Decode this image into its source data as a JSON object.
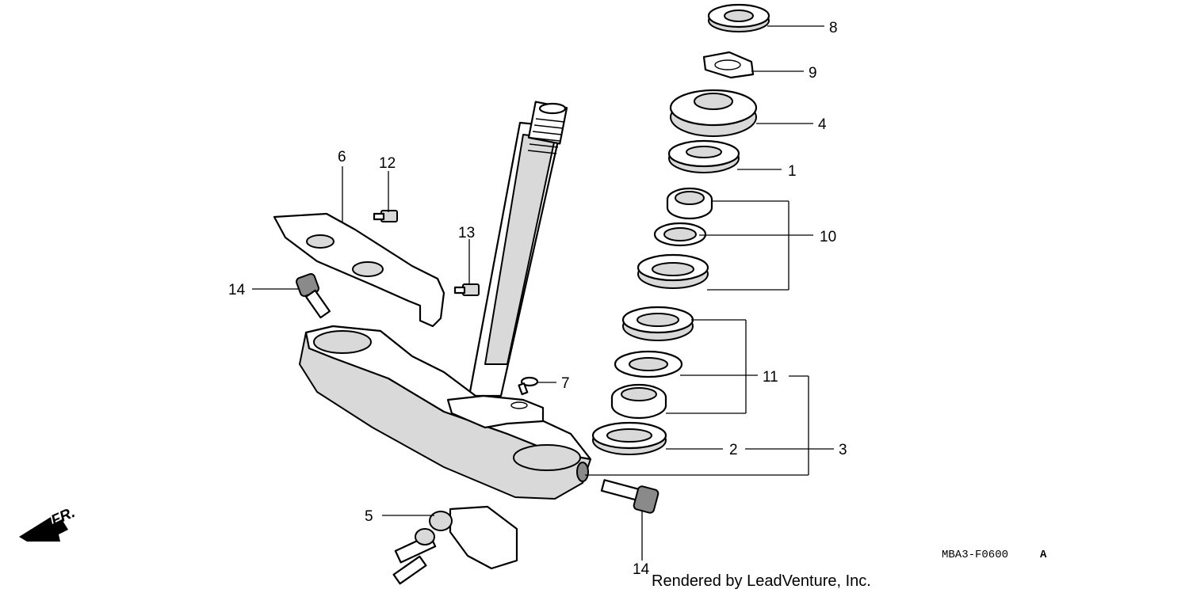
{
  "callouts": {
    "c1": "1",
    "c2": "2",
    "c3": "3",
    "c4": "4",
    "c5": "5",
    "c6": "6",
    "c7": "7",
    "c8": "8",
    "c9": "9",
    "c10": "10",
    "c11": "11",
    "c12": "12",
    "c13": "13",
    "c14a": "14",
    "c14b": "14"
  },
  "direction_label": "FR.",
  "diagram_code": "MBA3-F0600",
  "diagram_suffix": "A",
  "credit": "Rendered by LeadVenture, Inc."
}
